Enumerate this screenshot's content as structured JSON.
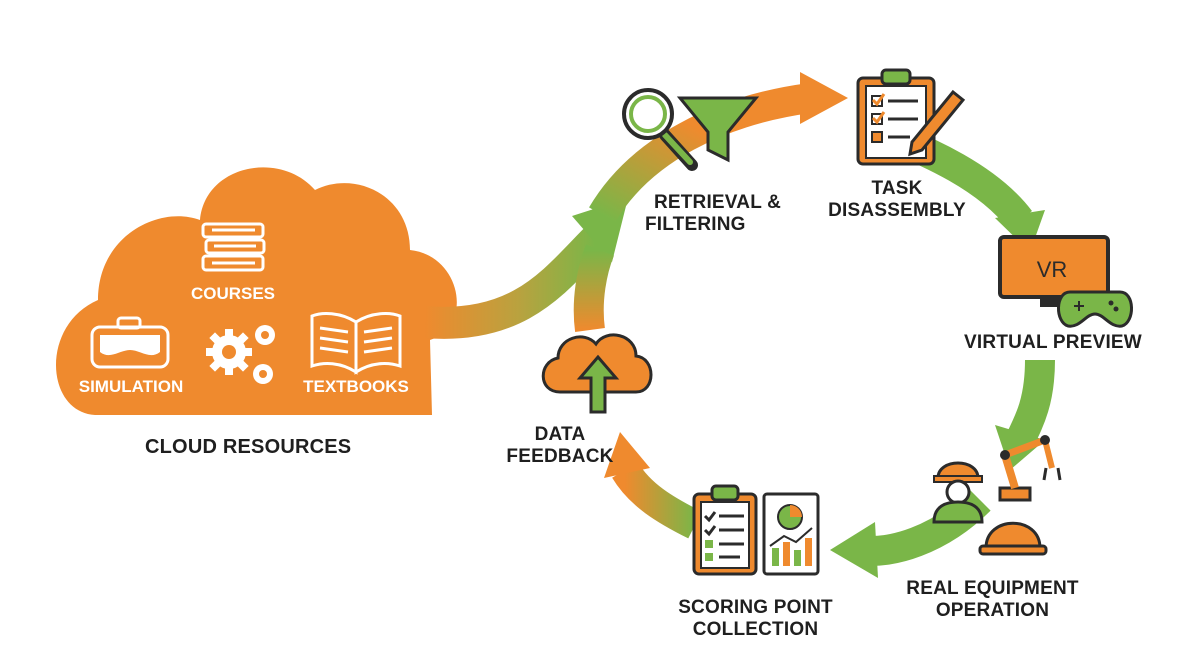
{
  "cloud": {
    "items": {
      "courses": "COURSES",
      "simulation": "SIMULATION",
      "textbooks": "TEXTBOOKS"
    },
    "title": "CLOUD RESOURCES"
  },
  "cycle": {
    "retrieval": [
      "RETRIEVAL &",
      "FILTERING"
    ],
    "task": [
      "TASK",
      "DISASSEMBLY"
    ],
    "virtual": [
      "VIRTUAL PREVIEW"
    ],
    "vr_screen": "VR",
    "real": [
      "REAL EQUIPMENT",
      "OPERATION"
    ],
    "scoring": [
      "SCORING POINT",
      "COLLECTION"
    ],
    "data": [
      "DATA",
      "FEEDBACK"
    ]
  },
  "colors": {
    "orange": "#ef8a2e",
    "green": "#7ab648",
    "dark_green": "#3f7a2e",
    "outline": "#2b2b2b",
    "white": "#ffffff"
  },
  "icons": [
    "book-stack-icon",
    "vr-headset-icon",
    "gears-icon",
    "open-book-icon",
    "magnifier-icon",
    "funnel-icon",
    "clipboard-checklist-icon",
    "pencil-icon",
    "vr-monitor-icon",
    "gamepad-icon",
    "worker-icon",
    "robot-arm-icon",
    "hard-hat-icon",
    "report-chart-icon",
    "cloud-upload-icon"
  ]
}
